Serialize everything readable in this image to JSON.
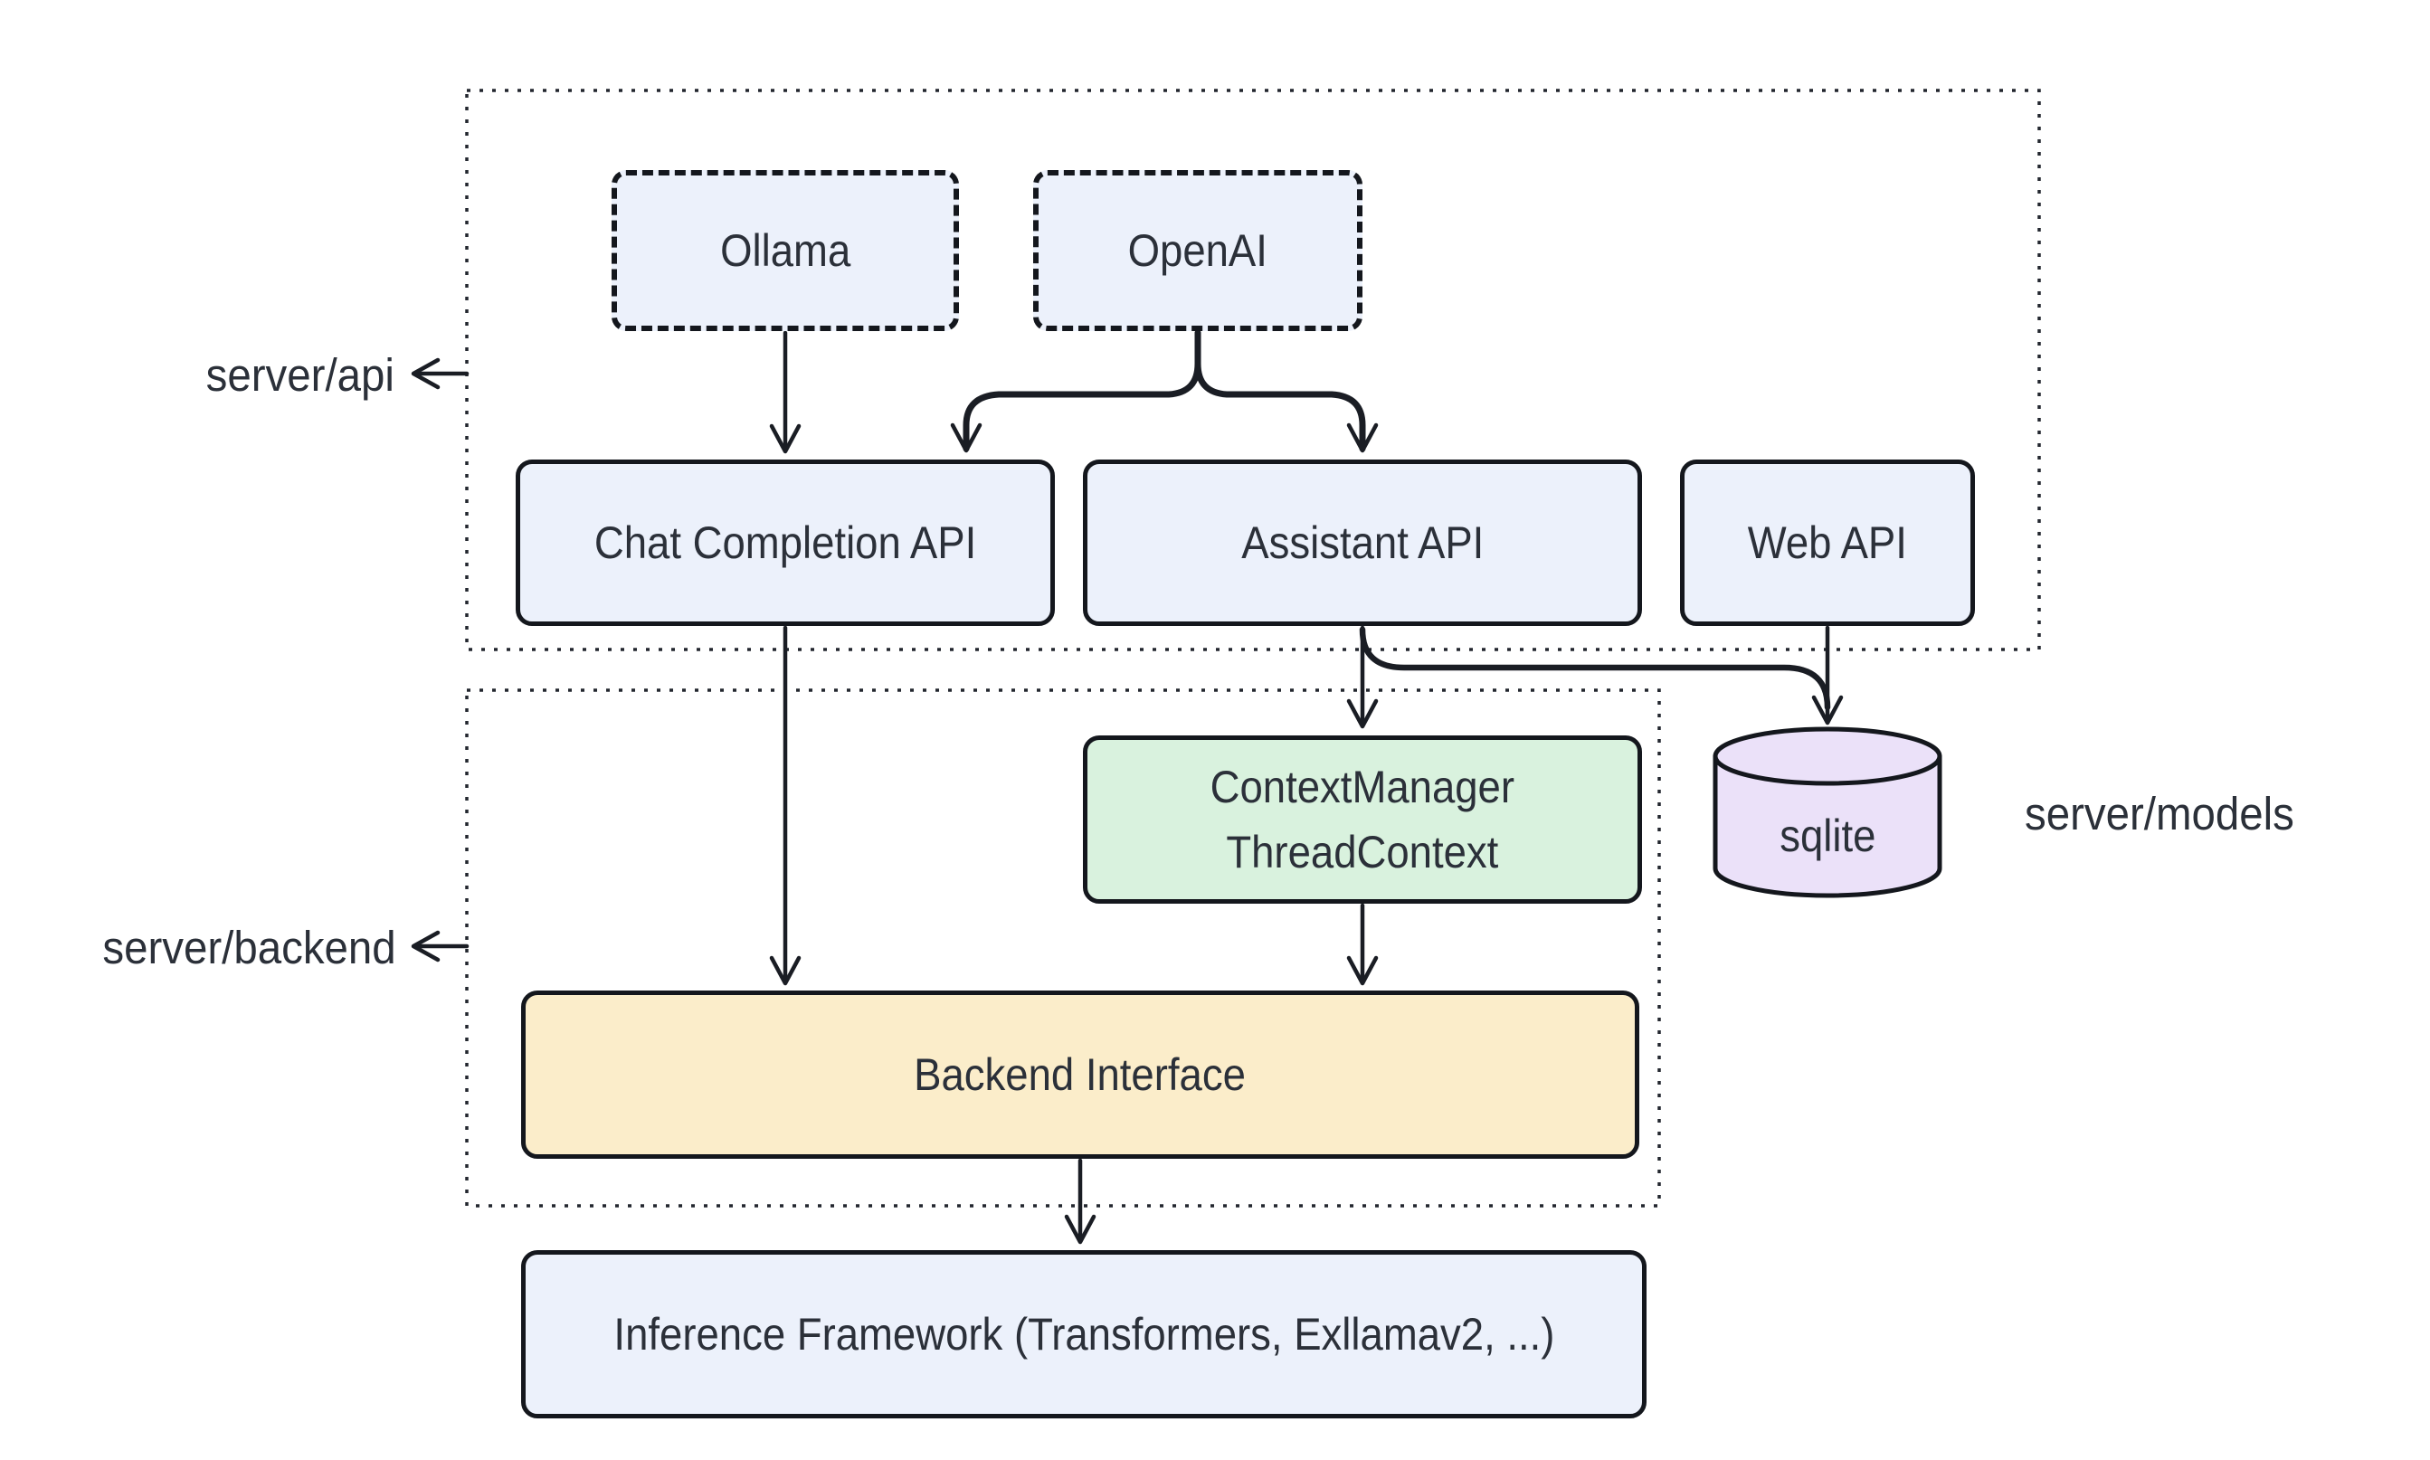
{
  "containers": {
    "api": {
      "label": "server/api"
    },
    "backend": {
      "label": "server/backend"
    },
    "models": {
      "label": "server/models"
    }
  },
  "nodes": {
    "ollama": {
      "label": "Ollama"
    },
    "openai": {
      "label": "OpenAI"
    },
    "chat_api": {
      "label": "Chat Completion API"
    },
    "assistant_api": {
      "label": "Assistant API"
    },
    "web_api": {
      "label": "Web API"
    },
    "context_manager": {
      "lines": [
        "ContextManager",
        "ThreadContext"
      ]
    },
    "sqlite": {
      "label": "sqlite"
    },
    "backend_interface": {
      "label": "Backend Interface"
    },
    "inference": {
      "label": "Inference Framework (Transformers, Exllamav2, ...)"
    }
  },
  "edges": [
    {
      "from": "Ollama",
      "to": "Chat Completion API"
    },
    {
      "from": "OpenAI",
      "to": "Chat Completion API"
    },
    {
      "from": "OpenAI",
      "to": "Assistant API"
    },
    {
      "from": "Chat Completion API",
      "to": "Backend Interface"
    },
    {
      "from": "Assistant API",
      "to": "ContextManager ThreadContext"
    },
    {
      "from": "Assistant API",
      "to": "sqlite"
    },
    {
      "from": "Web API",
      "to": "sqlite"
    },
    {
      "from": "ContextManager ThreadContext",
      "to": "Backend Interface"
    },
    {
      "from": "Backend Interface",
      "to": "Inference Framework (Transformers, Exllamav2, ...)"
    }
  ],
  "colors": {
    "node_blue": "#ECF1FB",
    "node_green": "#D9F2DE",
    "node_yellow": "#FBEDCA",
    "node_purple": "#EBE1F9",
    "line": "#1A1D24",
    "text": "#2B3039",
    "background": "#FFFFFF"
  }
}
